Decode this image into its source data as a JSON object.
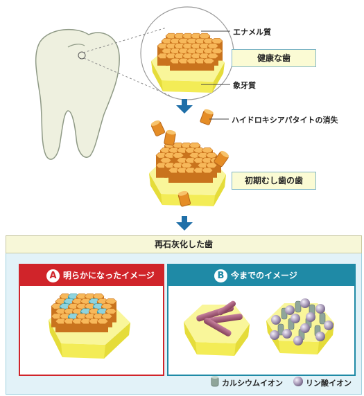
{
  "labels": {
    "enamel": "エナメル質",
    "healthy_tooth": "健康な歯",
    "dentin": "象牙質",
    "hydroxyapatite_loss": "ハイドロキシアパタイトの消失",
    "early_caries": "初期むし歯の歯"
  },
  "remineralized_panel": {
    "title": "再石灰化した歯",
    "panel_a": {
      "letter": "A",
      "title": "明らかになったイメージ"
    },
    "panel_b": {
      "letter": "B",
      "title": "今までのイメージ"
    }
  },
  "legend": {
    "calcium_ion": "カルシウムイオン",
    "phosphate_ion": "リン酸イオン"
  },
  "colors": {
    "hex_orange": "#f3a23a",
    "hex_dark_orange": "#c9731d",
    "base_yellow": "#f7f27a",
    "arrow_blue": "#1f6fa8",
    "panel_a_red": "#d0242a",
    "panel_b_teal": "#1f8aa6",
    "teal_crystal": "#5fb7c4",
    "rod_maroon": "#9c5570",
    "ion_purple": "#a89ab8"
  }
}
